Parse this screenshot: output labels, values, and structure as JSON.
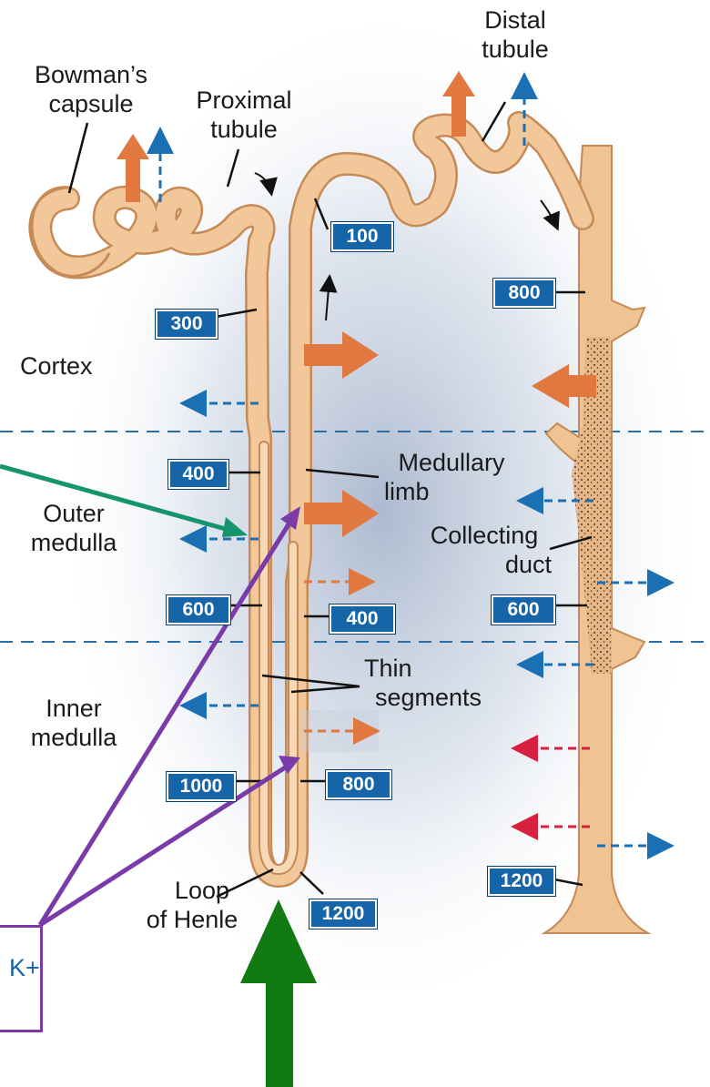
{
  "labels": {
    "distal_tubule": [
      "Distal",
      "tubule"
    ],
    "bowmans_capsule": [
      "Bowman’s",
      "capsule"
    ],
    "proximal_tubule": [
      "Proximal",
      "tubule"
    ],
    "cortex": "Cortex",
    "outer_medulla": [
      "Outer",
      "medulla"
    ],
    "inner_medulla": [
      "Inner",
      "medulla"
    ],
    "medullary_limb": [
      "Medullary",
      "limb"
    ],
    "collecting_duct": [
      "Collecting",
      "duct"
    ],
    "thin_segments": [
      "Thin",
      "segments"
    ],
    "loop_of_henle": [
      "Loop",
      "of Henle"
    ],
    "k_ion": "K+"
  },
  "osmolarity": {
    "prox_300": "300",
    "desc_400": "400",
    "desc_600": "600",
    "desc_1000": "1000",
    "tip_1200": "1200",
    "asc_100": "100",
    "asc_400": "400",
    "asc_800": "800",
    "cd_800": "800",
    "cd_600": "600",
    "cd_1200": "1200"
  },
  "colors": {
    "tubule_fill": "#f2c79a",
    "tubule_edge": "#c58a55",
    "active_transport": "#e07840",
    "water_flux": "#1b6fb3",
    "urea_flux": "#d81f3f",
    "annotation_green": "#14956b",
    "annotation_purple": "#7a3aa8",
    "big_arrow": "#127a12",
    "label_box": "#1565a8"
  }
}
